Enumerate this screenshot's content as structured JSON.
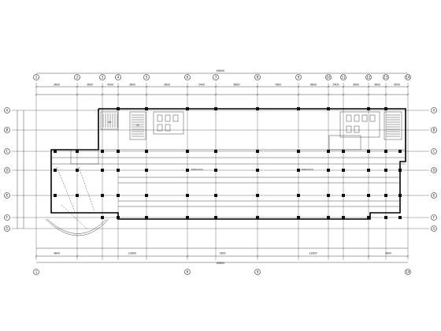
{
  "drawing": {
    "type": "architectural floor plan",
    "top_grid_labels": [
      "1",
      "2",
      "3",
      "4",
      "5",
      "6",
      "7",
      "8",
      "9",
      "10",
      "11",
      "12",
      "13",
      "14"
    ],
    "bottom_grid_labels": [
      "1",
      "6",
      "9",
      "14"
    ],
    "left_grid_labels": [
      "A",
      "B",
      "C",
      "D",
      "E",
      "F",
      "G"
    ],
    "right_grid_labels": [
      "A",
      "B",
      "C",
      "D",
      "E",
      "F",
      "G"
    ],
    "top_overall_dimension": "69600",
    "bottom_overall_dimension": "69600",
    "top_bay_dimensions": [
      "3600",
      "3600",
      "4500",
      "3600",
      "3600",
      "5400",
      "6600",
      "7800",
      "6600",
      "5400",
      "3600",
      "3600",
      "4500"
    ],
    "bottom_bay_dimensions": [
      "4800",
      "22800",
      "7800",
      "22800",
      "4800"
    ],
    "room_labels": [
      "DN",
      "UP",
      "3000X3150",
      "3000X3150"
    ],
    "colors": {
      "line": "#000000",
      "background": "#ffffff"
    }
  }
}
